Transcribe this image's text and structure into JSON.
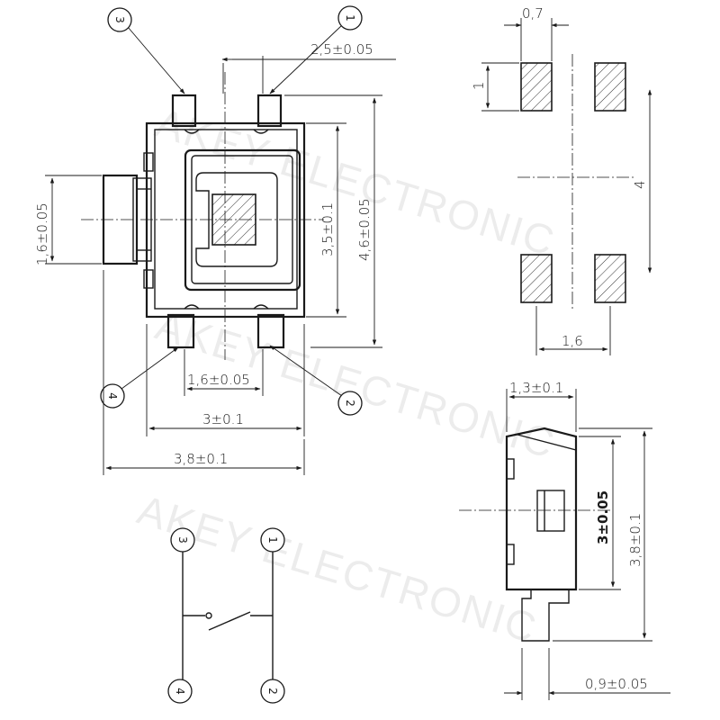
{
  "watermark": "AKEY ELECTRONIC",
  "pins": {
    "p1": "1",
    "p2": "2",
    "p3": "3",
    "p4": "4"
  },
  "top_view": {
    "pin_pitch": "2,5±0.05",
    "body_height": "3,5±0.1",
    "total_height": "4,6±0.05",
    "actuator_width": "1,6±0.05",
    "lower_pitch": "1,6±0.05",
    "body_width": "3±0.1",
    "total_width": "3,8±0.1"
  },
  "footprint": {
    "pad_width": "0,7",
    "pad_height": "1",
    "pad_span": "4",
    "pad_gap": "1,6"
  },
  "side_view": {
    "depth": "1,3±0.1",
    "inner_height": "3±0.05",
    "outer_height": "3,8±0.1",
    "lead_thickness": "0,9±0.05"
  }
}
